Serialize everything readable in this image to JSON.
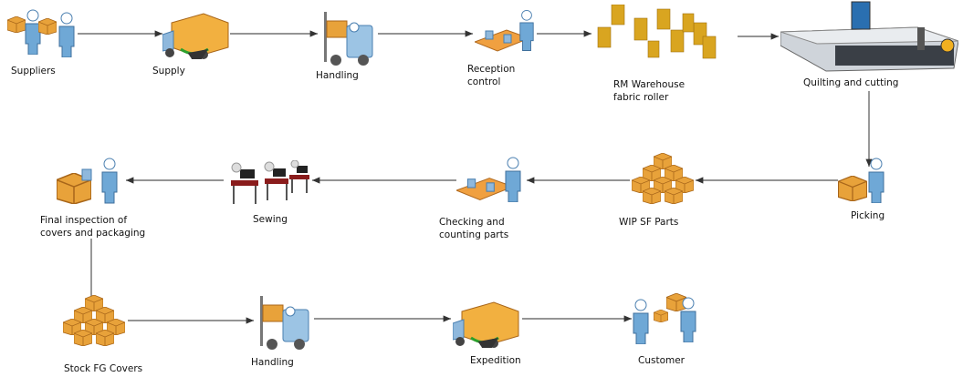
{
  "nodes": {
    "suppliers": {
      "label": "Suppliers",
      "icon": "suppliers-icon"
    },
    "supply": {
      "label": "Supply",
      "icon": "delivery-truck-icon"
    },
    "handling_in": {
      "label": "Handling",
      "icon": "forklift-icon"
    },
    "reception": {
      "label1": "Reception",
      "label2": "control",
      "icon": "inspection-conveyor-icon"
    },
    "rm_warehouse": {
      "label1": "RM Warehouse",
      "label2": "fabric roller",
      "icon": "fabric-rolls-icon"
    },
    "quilting": {
      "label": "Quilting and cutting",
      "icon": "cutting-machine-icon"
    },
    "picking": {
      "label": "Picking",
      "icon": "picking-box-icon"
    },
    "wip": {
      "label": "WIP SF  Parts",
      "icon": "stacked-boxes-icon"
    },
    "checking": {
      "label1": "Checking and",
      "label2": "counting parts",
      "icon": "inspection-conveyor-icon"
    },
    "sewing": {
      "label": "Sewing",
      "icon": "sewing-workers-icon"
    },
    "final_inspection": {
      "label1": "Final inspection of",
      "label2": "covers and packaging",
      "icon": "packaging-icon"
    },
    "stock_fg": {
      "label": "Stock FG Covers",
      "icon": "stacked-boxes-icon"
    },
    "handling_out": {
      "label": "Handling",
      "icon": "forklift-icon"
    },
    "expedition": {
      "label": "Expedition",
      "icon": "delivery-truck-icon"
    },
    "customer": {
      "label": "Customer",
      "icon": "customer-icon"
    }
  },
  "colors": {
    "person": "#6fa8d6",
    "box": "#e8a23a",
    "arrow": "#555555",
    "fabric": "#d9a520"
  }
}
